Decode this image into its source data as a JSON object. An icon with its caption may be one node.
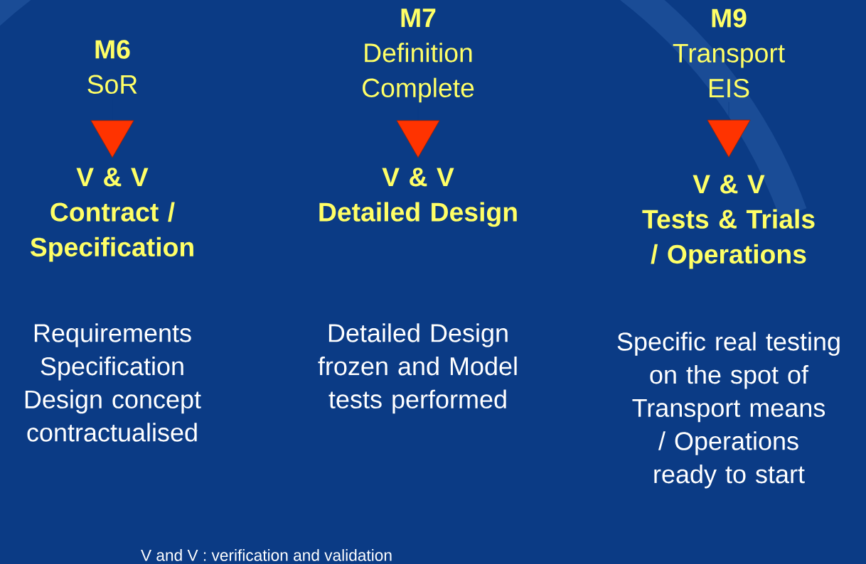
{
  "diagram": {
    "nodes": [
      {
        "text": [
          "M6",
          "SoR"
        ]
      },
      {
        "text": [
          "V & V",
          "Contract / Specification"
        ],
        "beside": [
          "Requirements Specification Design concept contractualised"
        ]
      },
      {
        "text": [
          "M7",
          "Definition Complete"
        ]
      },
      {
        "text": [
          "V & V",
          "Detailed Design"
        ],
        "beside": [
          "Detailed Design frozen and Model tests performed"
        ]
      },
      {
        "text": [
          "M9",
          "Transport EIS"
        ]
      },
      {
        "text": [
          "V & V",
          "Tests & Trials / Operations"
        ],
        "beside": [
          "Specific real testing on the spot of Transport means / Operations ready to start"
        ]
      }
    ],
    "edges": [
      {
        "from": 0,
        "to": 1,
        "arrow": "to"
      },
      {
        "from": 2,
        "to": 3,
        "arrow": "to"
      },
      {
        "from": 4,
        "to": 5,
        "arrow": "to"
      }
    ],
    "labels": [
      "V and V : verification and validation"
    ]
  }
}
